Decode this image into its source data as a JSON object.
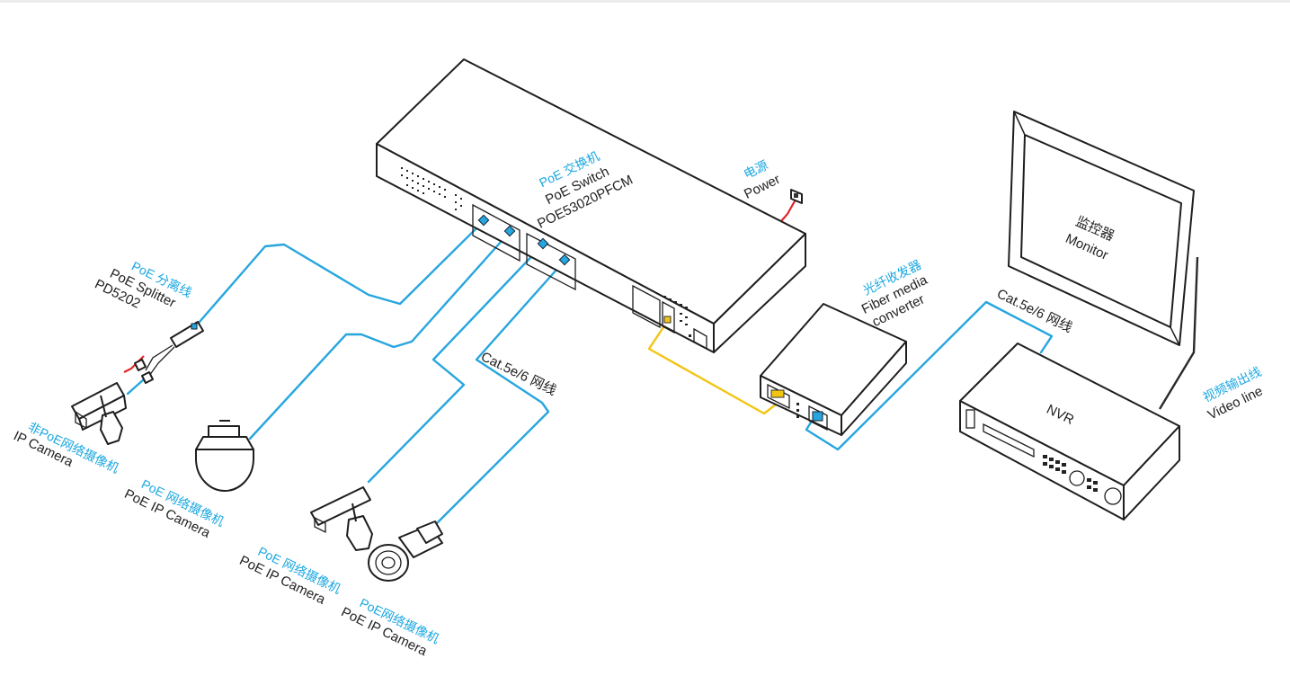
{
  "switch": {
    "label_cn": "PoE 交换机",
    "label_en": "PoE  Switch",
    "model": "POE53020PFCM"
  },
  "power": {
    "label_cn": "电源",
    "label_en": "Power"
  },
  "splitter": {
    "label_cn": "PoE 分离线",
    "label_en": "PoE Splitter",
    "model": "PD5202"
  },
  "camera_non_poe": {
    "label_cn": "非PoE网络摄像机",
    "label_en": "IP Camera"
  },
  "camera_dome": {
    "label_cn": "PoE 网络摄像机",
    "label_en": "PoE IP Camera"
  },
  "camera_box": {
    "label_cn": "PoE 网络摄像机",
    "label_en": "PoE IP Camera"
  },
  "camera_bullet": {
    "label_cn": "PoE网络摄像机",
    "label_en": "PoE IP Camera"
  },
  "cable_label": "Cat.5e/6 网线",
  "fiber_converter": {
    "label_cn": "光纤收发器",
    "label_en1": "Fiber media",
    "label_en2": "converter"
  },
  "nvr_cable_label": "Cat.5e/6 网线",
  "monitor": {
    "label_cn": "监控器",
    "label_en": "Monitor"
  },
  "nvr": {
    "label": "NVR"
  },
  "video_line": {
    "label_cn": "视频输出线",
    "label_en": "Video line"
  },
  "colors": {
    "cable": "#27a6de",
    "fiber": "#f2c514",
    "power": "#e02626",
    "text_cn": "#1aa7e0",
    "text_en": "#222222"
  }
}
